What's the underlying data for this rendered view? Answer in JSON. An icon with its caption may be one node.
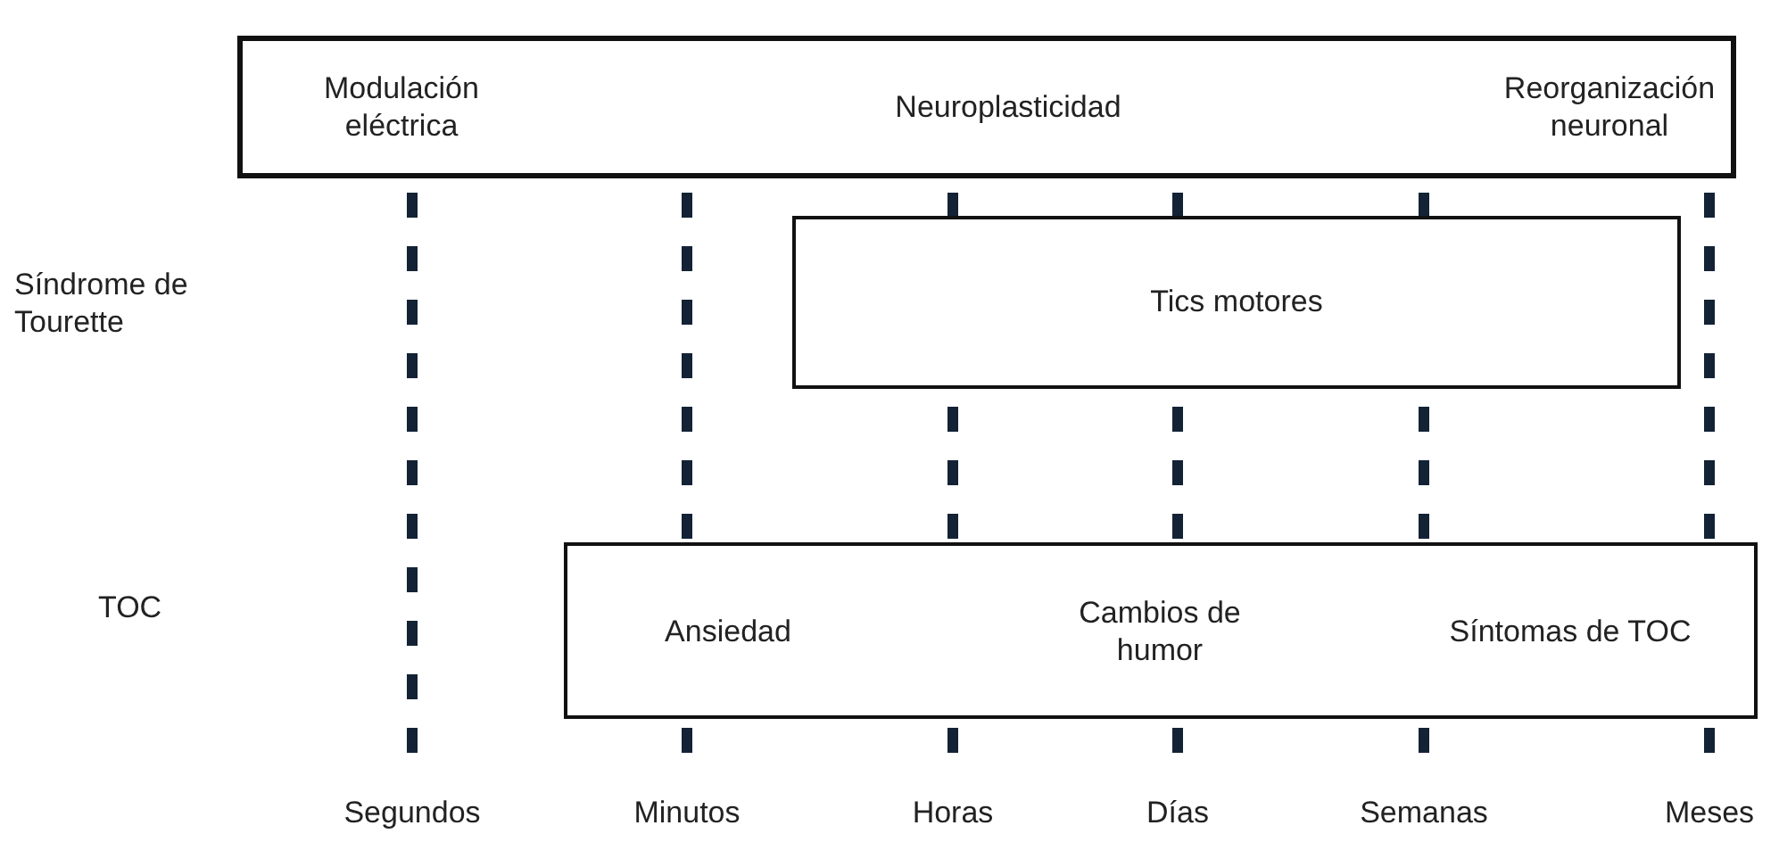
{
  "diagram": {
    "nodes": [
      {
        "text": [
          "Modulación eléctrica",
          "Neuroplasticidad",
          "Reorganización neuronal"
        ]
      },
      {
        "text": [
          "Tics motores"
        ]
      },
      {
        "text": [
          "Ansiedad",
          "Cambios de humor",
          "Síntomas de TOC"
        ]
      }
    ],
    "edges": [],
    "labels": [
      "Síndrome de Tourette",
      "TOC",
      "Segundos",
      "Minutos",
      "Horas",
      "Días",
      "Semanas",
      "Meses"
    ]
  }
}
